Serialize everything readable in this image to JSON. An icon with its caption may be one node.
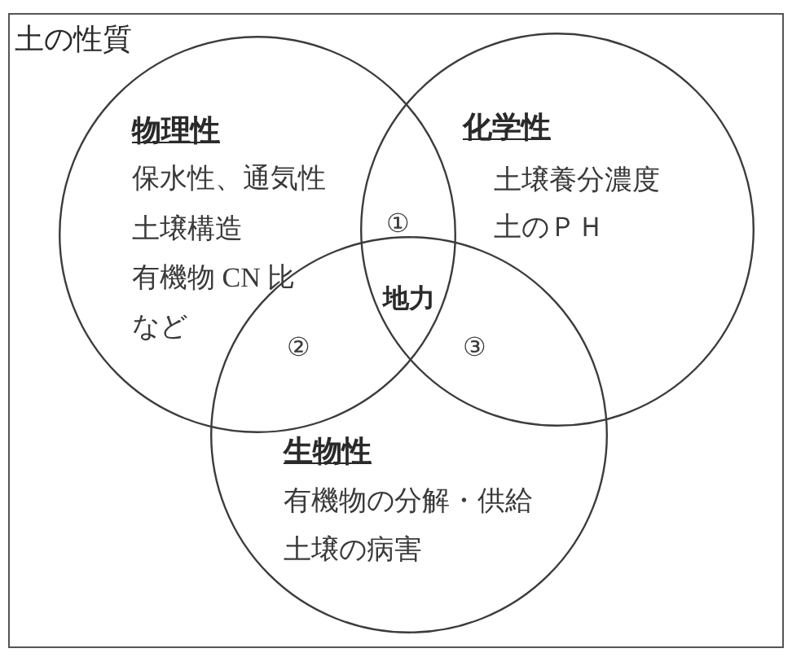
{
  "diagram": {
    "nodes": [
      {
        "text": [
          "土の性質"
        ]
      },
      {
        "text": [
          "物理性",
          "保水性、通気性",
          "土壌構造",
          "有機物 CN 比",
          "など"
        ],
        "in": 0
      },
      {
        "text": [
          "化学性",
          "土壌養分濃度",
          "土のＰＨ"
        ],
        "in": 0
      },
      {
        "text": [
          "生物性",
          "有機物の分解・供給",
          "土壌の病害"
        ],
        "in": 0
      }
    ],
    "labels": [
      "①",
      "地力",
      "②",
      "③"
    ]
  }
}
